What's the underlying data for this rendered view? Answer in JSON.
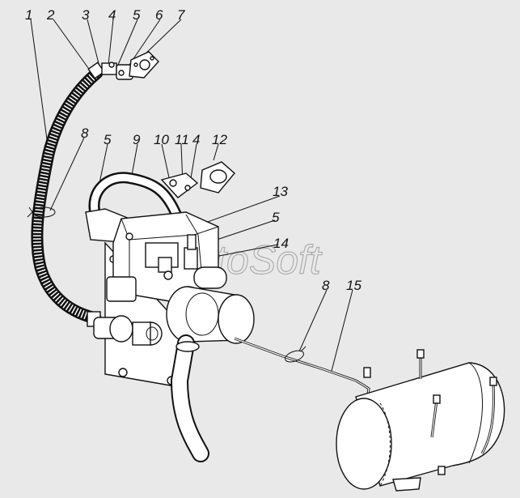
{
  "watermark": "AutoSoft",
  "callouts": [
    "1",
    "2",
    "3",
    "4",
    "5",
    "6",
    "7",
    "8",
    "5",
    "9",
    "10",
    "11",
    "4",
    "12",
    "13",
    "5",
    "14",
    "8",
    "15"
  ]
}
